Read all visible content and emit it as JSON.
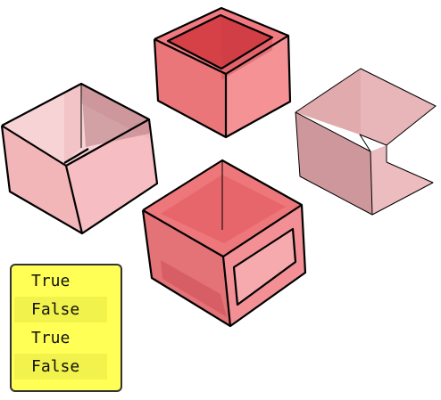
{
  "shapes": [
    {
      "id": "cube-top-open"
    },
    {
      "id": "cube-left-open"
    },
    {
      "id": "cube-front-frame"
    },
    {
      "id": "corner-shell-right"
    }
  ],
  "results": {
    "rows": [
      {
        "label": "True"
      },
      {
        "label": "False"
      },
      {
        "label": "True"
      },
      {
        "label": "False"
      }
    ]
  },
  "colors": {
    "panel_bg": "#ffff55",
    "panel_row_alt": "#f2f24c",
    "shape_red": "#e74c50",
    "shape_pink": "#f4b4b8",
    "edge": "#000000"
  }
}
